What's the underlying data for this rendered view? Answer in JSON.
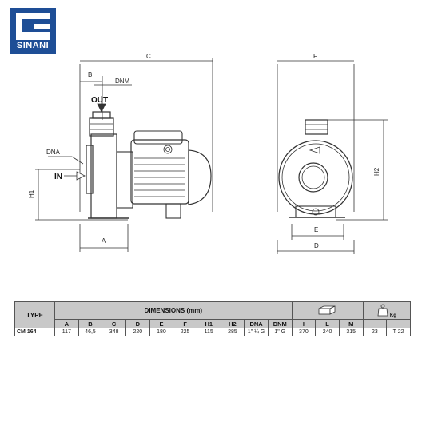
{
  "brand": {
    "name": "SINANI",
    "color": "#1e4e96"
  },
  "drawing_labels": {
    "C": "C",
    "B": "B",
    "DNM": "DNM",
    "OUT": "OUT",
    "DNA": "DNA",
    "IN": "IN",
    "H1": "H1",
    "A": "A",
    "F": "F",
    "H2": "H2",
    "E": "E",
    "D": "D"
  },
  "table": {
    "type_header": "TYPE",
    "dimensions_header": "DIMENSIONS (mm)",
    "packaging_icon": "box-icon",
    "weight_icon": "kg-weight-icon",
    "weight_label": "Kg",
    "columns": [
      "A",
      "B",
      "C",
      "D",
      "E",
      "F",
      "H1",
      "H2",
      "DNA",
      "DNM",
      "I",
      "L",
      "M"
    ],
    "row": {
      "type": "CM 164",
      "values": [
        "117",
        "46,5",
        "348",
        "220",
        "180",
        "225",
        "115",
        "285",
        "1\" ¼ G",
        "1\" G",
        "370",
        "240",
        "315",
        "23",
        "T 22"
      ]
    }
  }
}
